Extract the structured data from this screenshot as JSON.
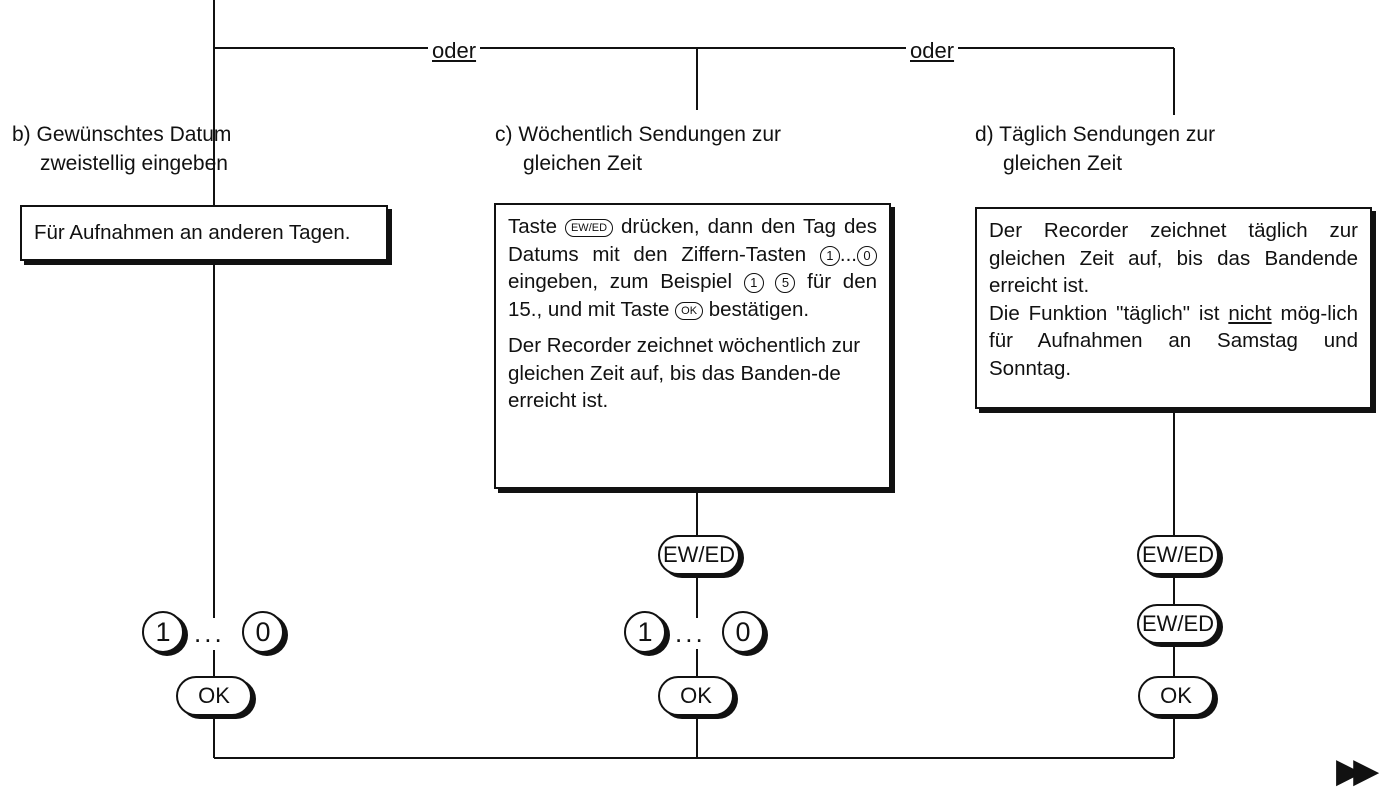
{
  "connectors": {
    "or_left": "oder",
    "or_right": "oder"
  },
  "columns": {
    "b": {
      "heading_line1": "b) Gewünschtes Datum",
      "heading_line2": "zweistellig eingeben",
      "box_text": "Für Aufnahmen an anderen Tagen.",
      "keys": {
        "first": "1",
        "dots": "...",
        "last": "0",
        "ok": "OK"
      }
    },
    "c": {
      "heading_line1": "c) Wöchentlich Sendungen zur",
      "heading_line2": "gleichen Zeit",
      "box": {
        "p1_part1": "Taste",
        "p1_key": "EW/ED",
        "p1_part2": "drücken, dann den Tag des Datums mit den Ziffern-Tasten",
        "p1_digit_a": "1",
        "p1_ellipsis": "...",
        "p1_digit_b": "0",
        "p1_part3": "eingeben, zum Beispiel",
        "p1_digit_c": "1",
        "p1_digit_d": "5",
        "p1_part4": "für den 15., und mit Taste",
        "p1_ok": "OK",
        "p1_part5": "bestätigen.",
        "p2": "Der Recorder zeichnet wöchentlich zur gleichen Zeit auf, bis das Banden-de erreicht ist."
      },
      "keys": {
        "ewed": "EW/ED",
        "first": "1",
        "dots": "...",
        "last": "0",
        "ok": "OK"
      }
    },
    "d": {
      "heading_line1": "d) Täglich Sendungen zur",
      "heading_line2": "gleichen Zeit",
      "box": {
        "p1": "Der Recorder zeichnet täglich zur gleichen Zeit auf, bis das Bandende erreicht ist.",
        "p2_part1": "Die Funktion \"täglich\" ist",
        "p2_emph": "nicht",
        "p2_part2": "mög-lich für Aufnahmen an Samstag und Sonntag."
      },
      "keys": {
        "ewed1": "EW/ED",
        "ewed2": "EW/ED",
        "ok": "OK"
      }
    }
  },
  "next_page_icon": "double-arrow-right-icon"
}
